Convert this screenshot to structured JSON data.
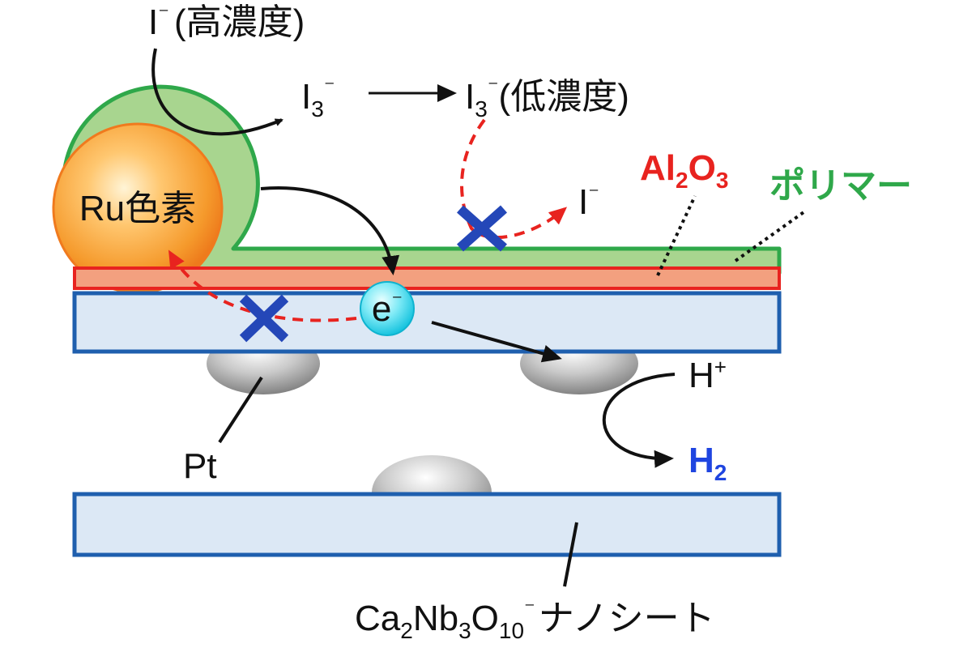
{
  "labels": {
    "i_minus_high": {
      "symbol": "I",
      "charge": "⁻",
      "text": "(高濃度)"
    },
    "i3_left": {
      "symbol": "I",
      "subscript": "3",
      "charge": "⁻"
    },
    "i3_right": {
      "symbol": "I",
      "subscript": "3",
      "charge": "⁻",
      "text": "(低濃度)"
    },
    "i_minus_right": {
      "symbol": "I",
      "charge": "⁻"
    },
    "ru_dye": "Ru色素",
    "electron": {
      "symbol": "e",
      "charge": "⁻"
    },
    "al2o3": {
      "part1": "Al",
      "sub1": "2",
      "part2": "O",
      "sub2": "3"
    },
    "polymer": "ポリマー",
    "h_plus": {
      "symbol": "H",
      "charge": "+"
    },
    "h2": {
      "symbol": "H",
      "subscript": "2"
    },
    "pt": "Pt",
    "nanosheet": {
      "p1": "Ca",
      "s1": "2",
      "p2": "Nb",
      "s2": "3",
      "p3": "O",
      "s3": "10",
      "charge": "⁻",
      "suffix": "ナノシート"
    }
  },
  "colors": {
    "sheet_fill": "#dce8f5",
    "sheet_stroke": "#1f5fae",
    "al2o3_fill": "#f3a07f",
    "al2o3_stroke": "#e8231f",
    "polymer_fill": "#a8d58f",
    "polymer_stroke": "#2fa84a",
    "red_label": "#e8231f",
    "green_label": "#2fa84a",
    "blue_label": "#1f45e0",
    "cross": "#2447b8",
    "red_arrow": "#e8231f",
    "black_arrow": "#111111"
  }
}
